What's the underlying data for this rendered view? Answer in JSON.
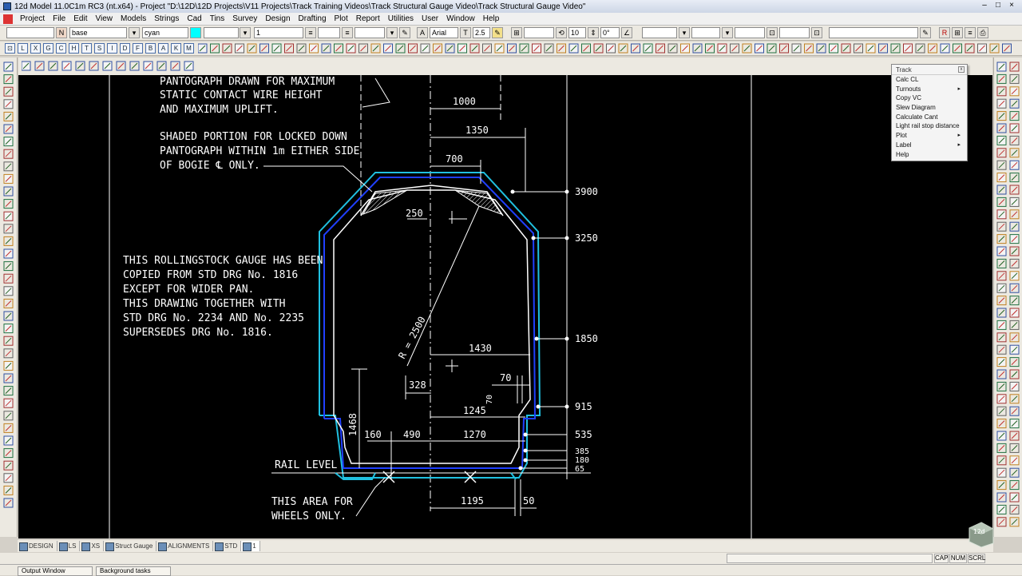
{
  "window": {
    "title": "12d Model 11.0C1m RC3 (nt.x64) - Project \"D:\\12D\\12D Projects\\V11 Projects\\Track Training Videos\\Track Structural Gauge Video\\Track Structural Gauge Video\"",
    "controls": [
      "–",
      "□",
      "×"
    ]
  },
  "menu": [
    "Project",
    "File",
    "Edit",
    "View",
    "Models",
    "Strings",
    "Cad",
    "Tins",
    "Survey",
    "Design",
    "Drafting",
    "Plot",
    "Report",
    "Utilities",
    "User",
    "Window",
    "Help"
  ],
  "toolbar": {
    "layer_n": "N",
    "model_value": "base",
    "colour_value": "cyan",
    "weight_value": "1",
    "font_value": "Arial",
    "size_value": "2.5",
    "height_value": "10",
    "angle_value": "0°"
  },
  "letter_buttons": [
    "L",
    "X",
    "G",
    "C",
    "H",
    "T",
    "S",
    "I",
    "D",
    "F",
    "B",
    "A",
    "K",
    "M"
  ],
  "track_menu": {
    "title": "Track",
    "items": [
      {
        "label": "Calc CL",
        "submenu": false
      },
      {
        "label": "Turnouts",
        "submenu": true
      },
      {
        "label": "Copy VC",
        "submenu": false
      },
      {
        "label": "Slew Diagram",
        "submenu": false
      },
      {
        "label": "Calculate Cant",
        "submenu": false
      },
      {
        "label": "Light rail stop distance",
        "submenu": false
      },
      {
        "label": "Plot",
        "submenu": true
      },
      {
        "label": "Label",
        "submenu": true
      },
      {
        "label": "Help",
        "submenu": false
      }
    ]
  },
  "drawing": {
    "note_pantograph": [
      "PANTOGRAPH DRAWN FOR MAXIMUM",
      "STATIC CONTACT WIRE HEIGHT",
      "AND MAXIMUM UPLIFT."
    ],
    "note_shaded": [
      "SHADED PORTION FOR LOCKED DOWN",
      "PANTOGRAPH WITHIN 1m EITHER SIDE",
      "OF BOGIE ℄ ONLY."
    ],
    "note_gauge": [
      "THIS ROLLINGSTOCK GAUGE HAS BEEN",
      "COPIED FROM STD DRG No.  1816",
      "EXCEPT FOR WIDER PAN.",
      "THIS DRAWING TOGETHER WITH",
      "STD DRG No.  2234 AND No.  2235",
      "SUPERSEDES DRG No.  1816."
    ],
    "rail_level": "RAIL LEVEL",
    "note_wheels": [
      "THIS AREA FOR",
      "WHEELS ONLY."
    ],
    "dims": {
      "d1000": "1000",
      "d1350": "1350",
      "d700": "700",
      "d250": "250",
      "radius": "R = 2500",
      "d1430": "1430",
      "d328": "328",
      "d70a": "70",
      "d70b": "70",
      "d1245": "1245",
      "d1468": "1468",
      "d160": "160",
      "d490": "490",
      "d1270": "1270",
      "d1195": "1195",
      "d50": "50"
    },
    "levels": [
      "3900",
      "3250",
      "1850",
      "915",
      "535",
      "385",
      "180",
      "65"
    ]
  },
  "tabs": [
    "DESIGN",
    "LS",
    "XS",
    "Struct Gauge",
    "ALIGNMENTS",
    "STD",
    "1"
  ],
  "status": {
    "cap": "CAP",
    "num": "NUM",
    "scrl": "SCRL"
  },
  "bottom_buttons": [
    "Output Window",
    "Background tasks"
  ],
  "logo_text": "12d",
  "colors": {
    "canvas": "#000000",
    "gauge_blue": "#2040ff",
    "gauge_cyan": "#20c0e0",
    "linework": "#ffffff"
  }
}
